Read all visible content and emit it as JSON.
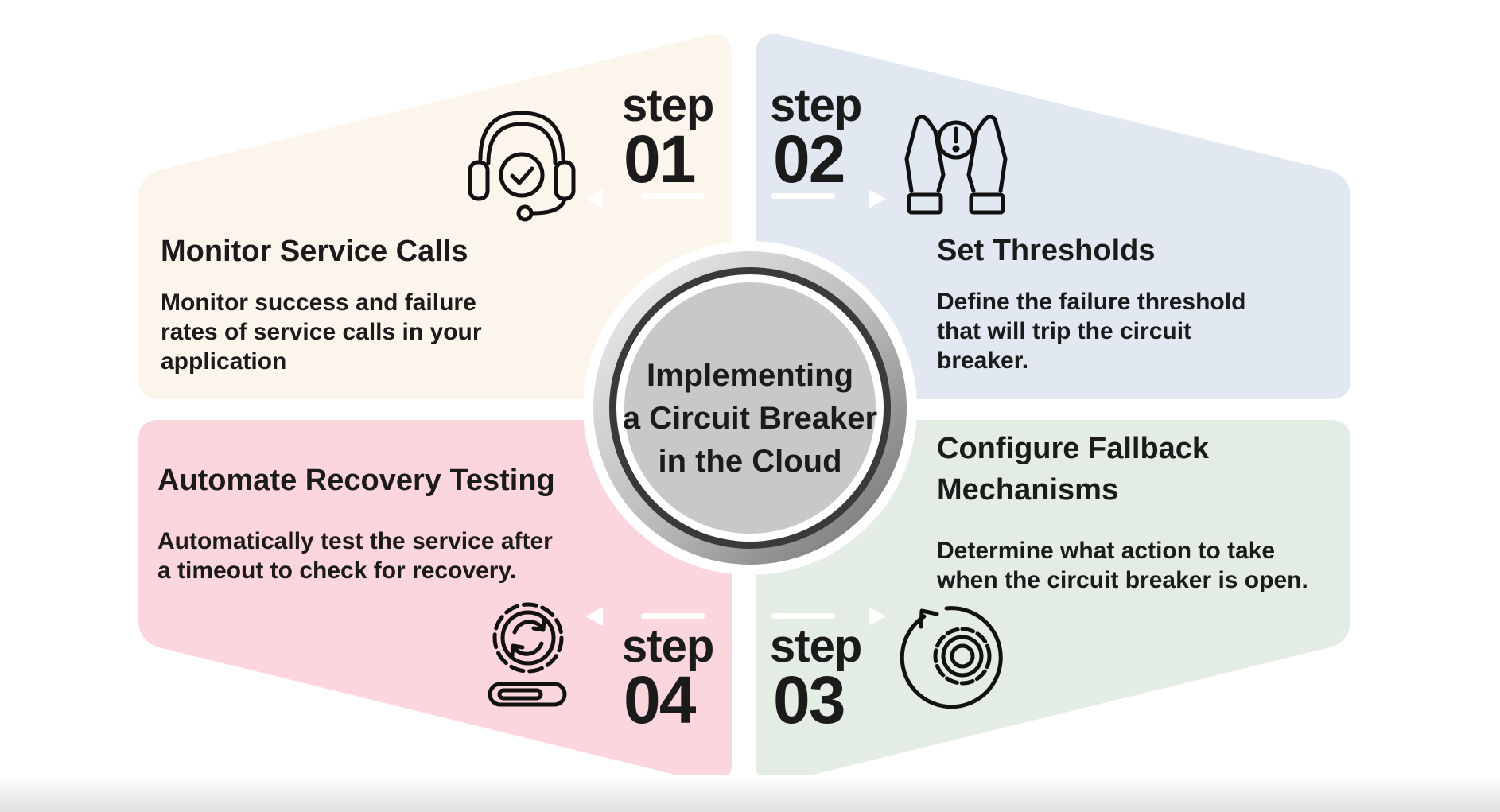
{
  "center": {
    "title": [
      "Implementing",
      "a Circuit Breaker",
      "in the Cloud"
    ]
  },
  "steps": [
    {
      "word": "step",
      "number": "01",
      "title": "Monitor Service Calls",
      "description": [
        "Monitor success and failure",
        "rates of service calls in your",
        "application"
      ],
      "icon": "headset-check-icon",
      "color": "#fcf5ec"
    },
    {
      "word": "step",
      "number": "02",
      "title": "Set Thresholds",
      "description": [
        "Define the failure threshold",
        "that will trip the circuit",
        "breaker."
      ],
      "icon": "hands-alert-icon",
      "color": "#e2e8f1"
    },
    {
      "word": "step",
      "number": "03",
      "title": [
        "Configure Fallback",
        "Mechanisms"
      ],
      "description": [
        "Determine what action to take",
        "when the circuit breaker is open."
      ],
      "icon": "gear-refresh-icon",
      "color": "#e4ede3"
    },
    {
      "word": "step",
      "number": "04",
      "title": "Automate Recovery Testing",
      "description": [
        "Automatically test the service after",
        "a timeout to check for recovery."
      ],
      "icon": "gear-sync-progress-icon",
      "color": "#fbd6dc"
    }
  ]
}
